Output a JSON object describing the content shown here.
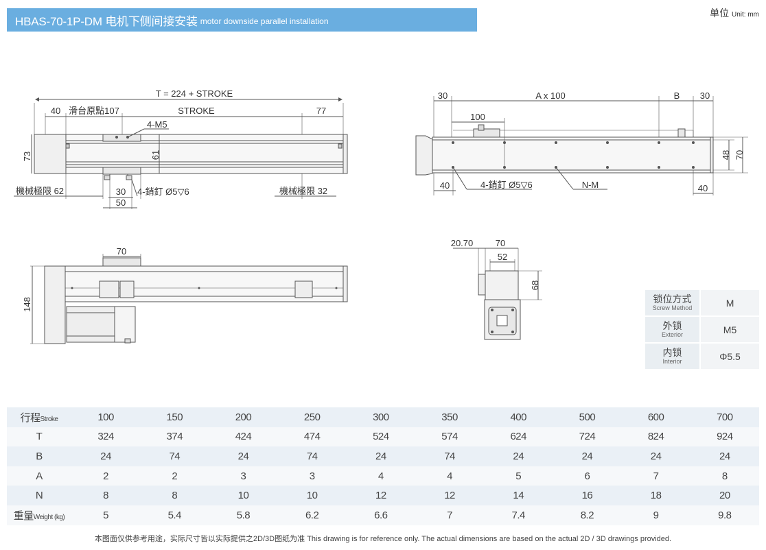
{
  "header": {
    "model": "HBAS-70-1P-DM",
    "title_cn": "电机下侧间接安装",
    "title_en": "motor downside parallel installation",
    "unit_cn": "单位",
    "unit_en": "Unit: mm"
  },
  "drawing_labels": {
    "t_dim": "T = 224 + STROKE",
    "dim_40_left": "40",
    "slide_origin": "滑台原點107",
    "stroke": "STROKE",
    "dim_77": "77",
    "m5": "4-M5",
    "dim_73": "73",
    "dim_61": "61",
    "mech_limit_62": "機械極限 62",
    "mech_limit_32": "機械極限 32",
    "dim_30_side": "30",
    "pin_side": "4-銷釘 Ø5",
    "pin_depth": "6",
    "dim_50": "50",
    "dim_30_top_left": "30",
    "a_x_100": "A x 100",
    "dim_b": "B",
    "dim_30_top_right": "30",
    "dim_100": "100",
    "dim_48": "48",
    "dim_70_right": "70",
    "dim_40_bot_left": "40",
    "pin_top": "4-銷釘 Ø5",
    "n_m": "N-M",
    "dim_40_bot_right": "40",
    "dim_70_slide": "70",
    "dim_148": "148",
    "dim_20_70": "20.70",
    "dim_70_end": "70",
    "dim_52": "52",
    "dim_68": "68"
  },
  "method_table": {
    "rows": [
      {
        "cn": "锁位方式",
        "en": "Screw Method",
        "value": "M"
      },
      {
        "cn": "外锁",
        "en": "Exterior",
        "value": "M5"
      },
      {
        "cn": "内锁",
        "en": "Interior",
        "value": "Φ5.5"
      }
    ]
  },
  "spec_table": {
    "rows": [
      {
        "cn": "行程",
        "en": "Stroke",
        "values": [
          "100",
          "150",
          "200",
          "250",
          "300",
          "350",
          "400",
          "500",
          "600",
          "700"
        ]
      },
      {
        "cn": "T",
        "en": "",
        "values": [
          "324",
          "374",
          "424",
          "474",
          "524",
          "574",
          "624",
          "724",
          "824",
          "924"
        ]
      },
      {
        "cn": "B",
        "en": "",
        "values": [
          "24",
          "74",
          "24",
          "74",
          "24",
          "74",
          "24",
          "24",
          "24",
          "24"
        ]
      },
      {
        "cn": "A",
        "en": "",
        "values": [
          "2",
          "2",
          "3",
          "3",
          "4",
          "4",
          "5",
          "6",
          "7",
          "8"
        ]
      },
      {
        "cn": "N",
        "en": "",
        "values": [
          "8",
          "8",
          "10",
          "10",
          "12",
          "12",
          "14",
          "16",
          "18",
          "20"
        ]
      },
      {
        "cn": "重量",
        "en": "Weight (kg)",
        "values": [
          "5",
          "5.4",
          "5.8",
          "6.2",
          "6.6",
          "7",
          "7.4",
          "8.2",
          "9",
          "9.8"
        ]
      }
    ]
  },
  "footnote": "本图面仅供参考用途，实际尺寸皆以实际提供之2D/3D图纸为准 This drawing is for reference only. The actual dimensions are based on the actual 2D / 3D drawings provided.",
  "colors": {
    "title_bar": "#6aaee0",
    "table_odd": "#eaf0f6",
    "table_even": "#f6f8fa"
  }
}
